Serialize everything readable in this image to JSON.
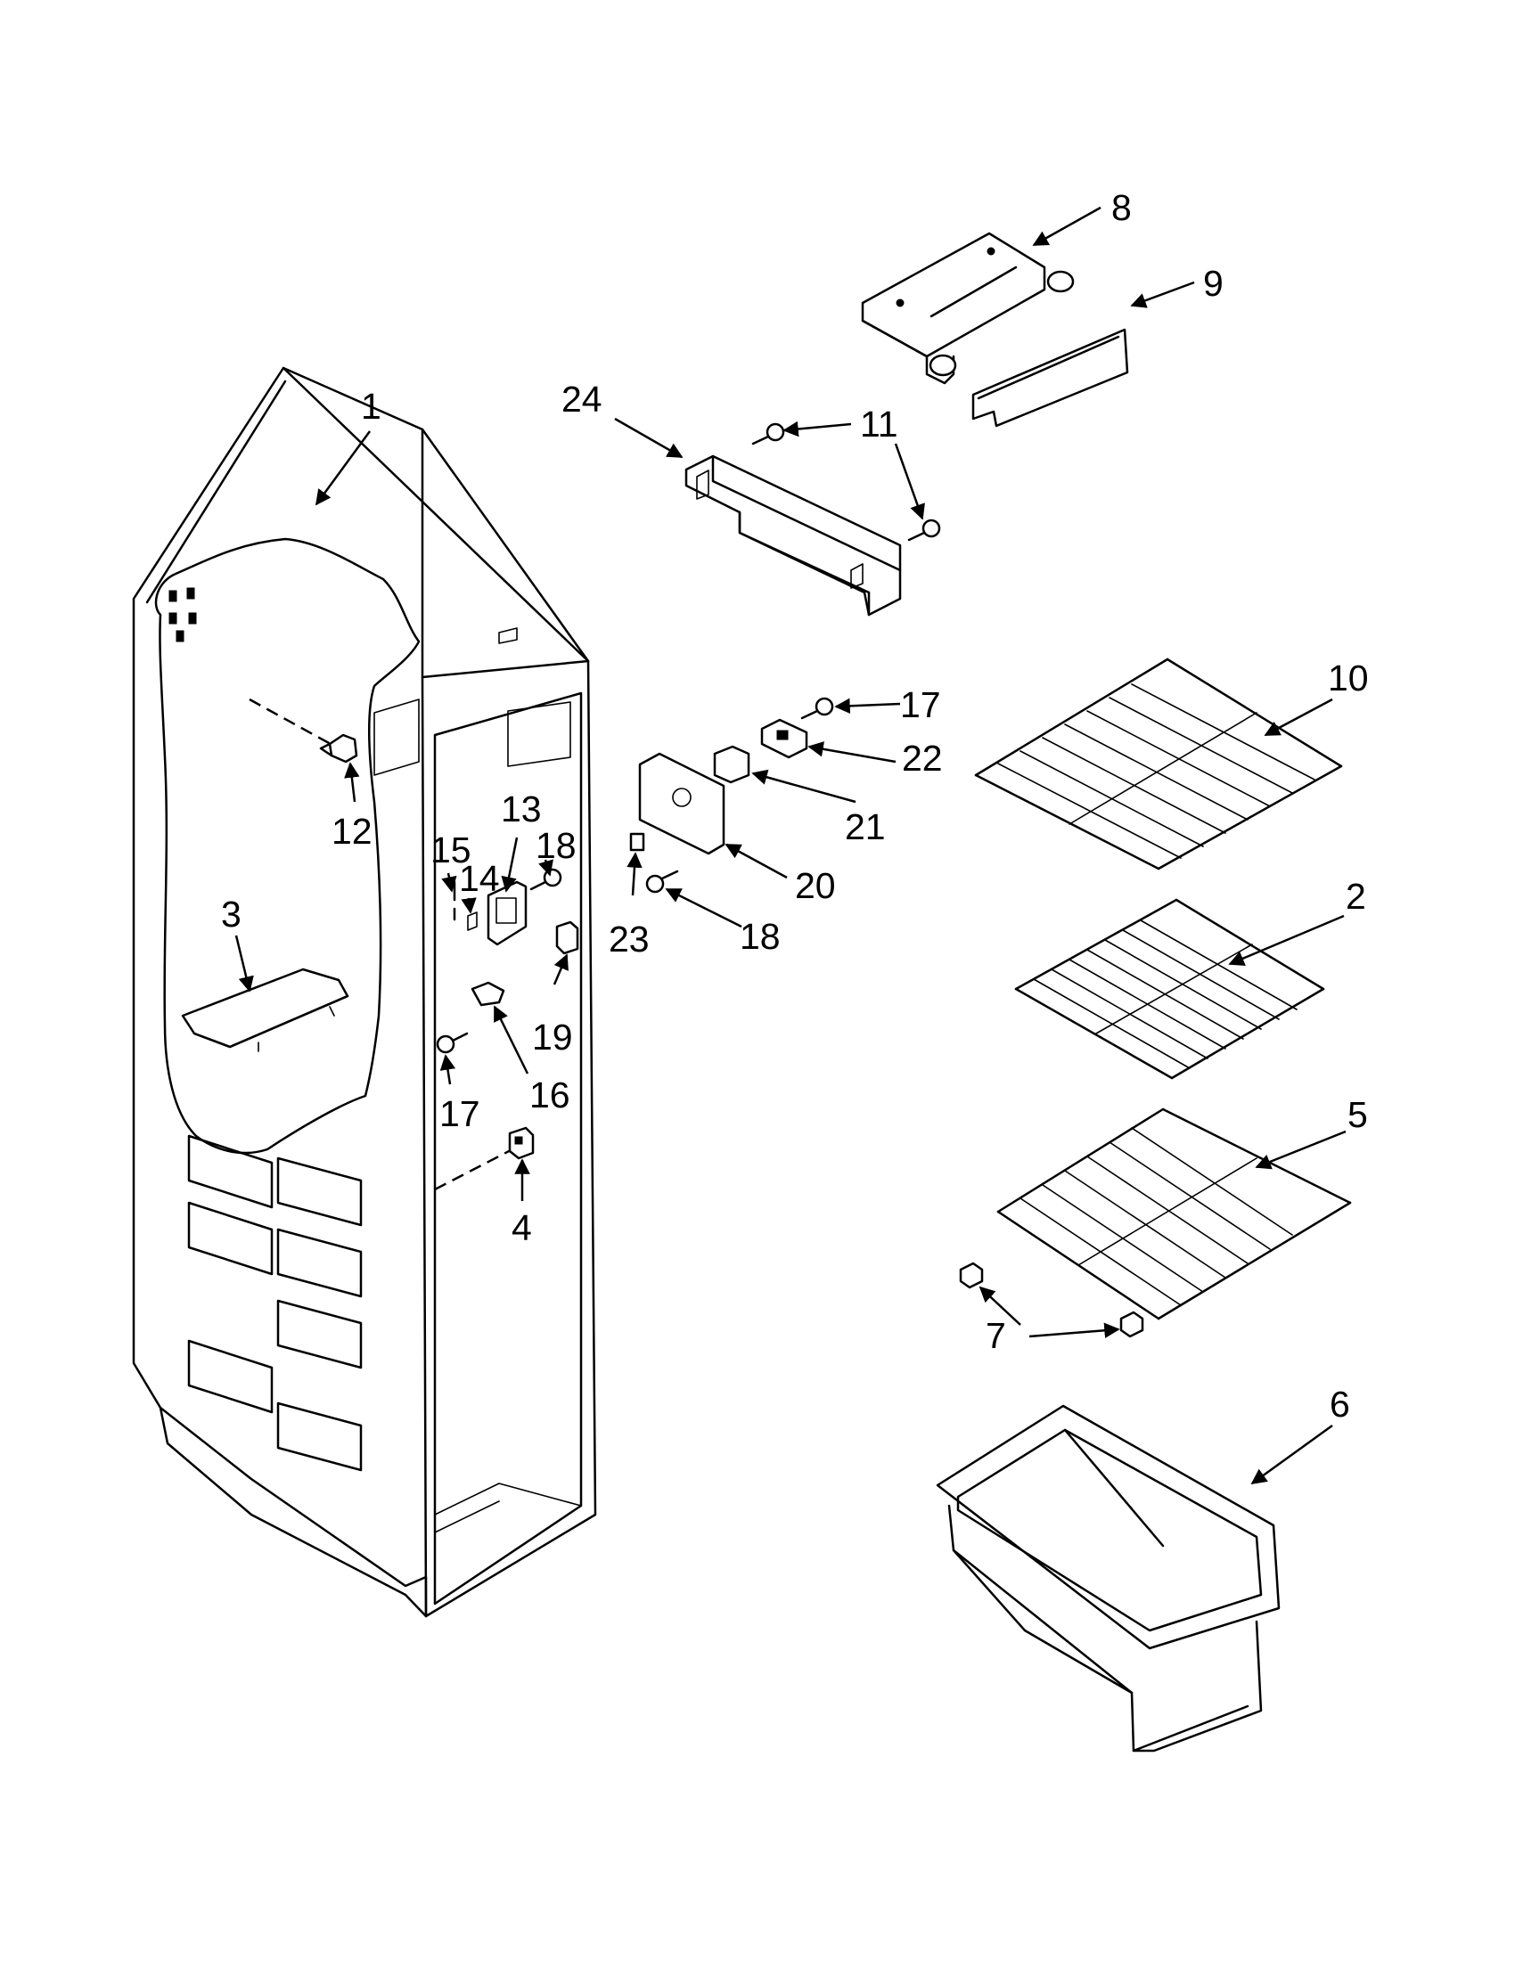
{
  "diagram": {
    "callouts": [
      "1",
      "2",
      "3",
      "4",
      "5",
      "6",
      "7",
      "8",
      "9",
      "10",
      "11",
      "12",
      "13",
      "14",
      "15",
      "16",
      "17",
      "17",
      "18",
      "18",
      "19",
      "20",
      "21",
      "22",
      "23",
      "24"
    ]
  }
}
